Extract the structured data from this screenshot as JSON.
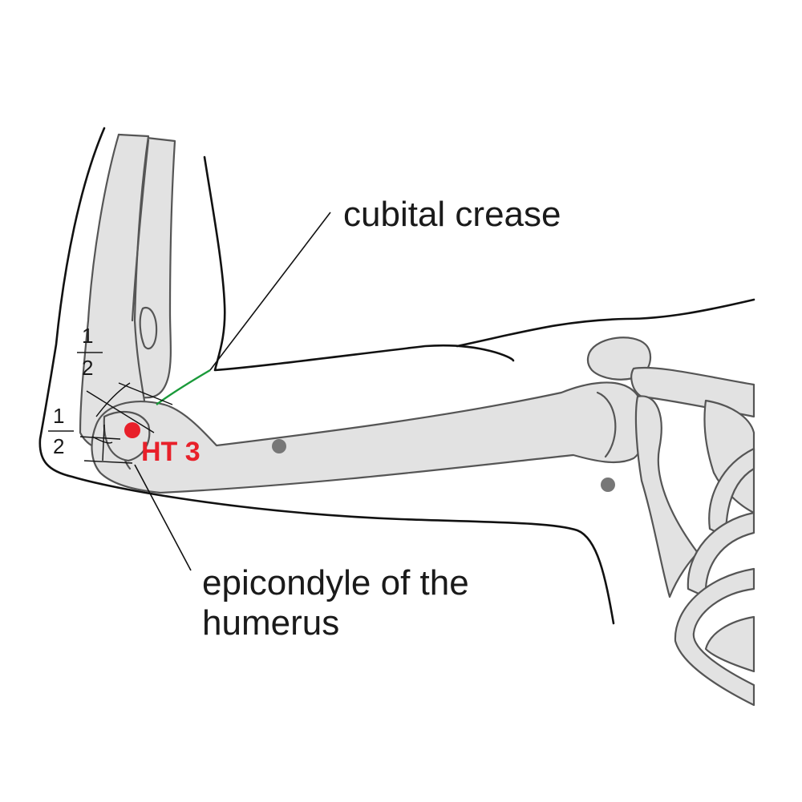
{
  "labels": {
    "cubital_crease": "cubital crease",
    "epicondyle_line1": "epicondyle of the",
    "epicondyle_line2": "humerus",
    "acupoint": "HT 3",
    "fraction_top_num": "1",
    "fraction_top_den": "2",
    "fraction_left_num": "1",
    "fraction_left_den": "2"
  },
  "colors": {
    "acupoint": "#e8202a",
    "crease": "#1a9a3a",
    "other_points": "#777777",
    "bone_fill": "#e2e2e2"
  }
}
